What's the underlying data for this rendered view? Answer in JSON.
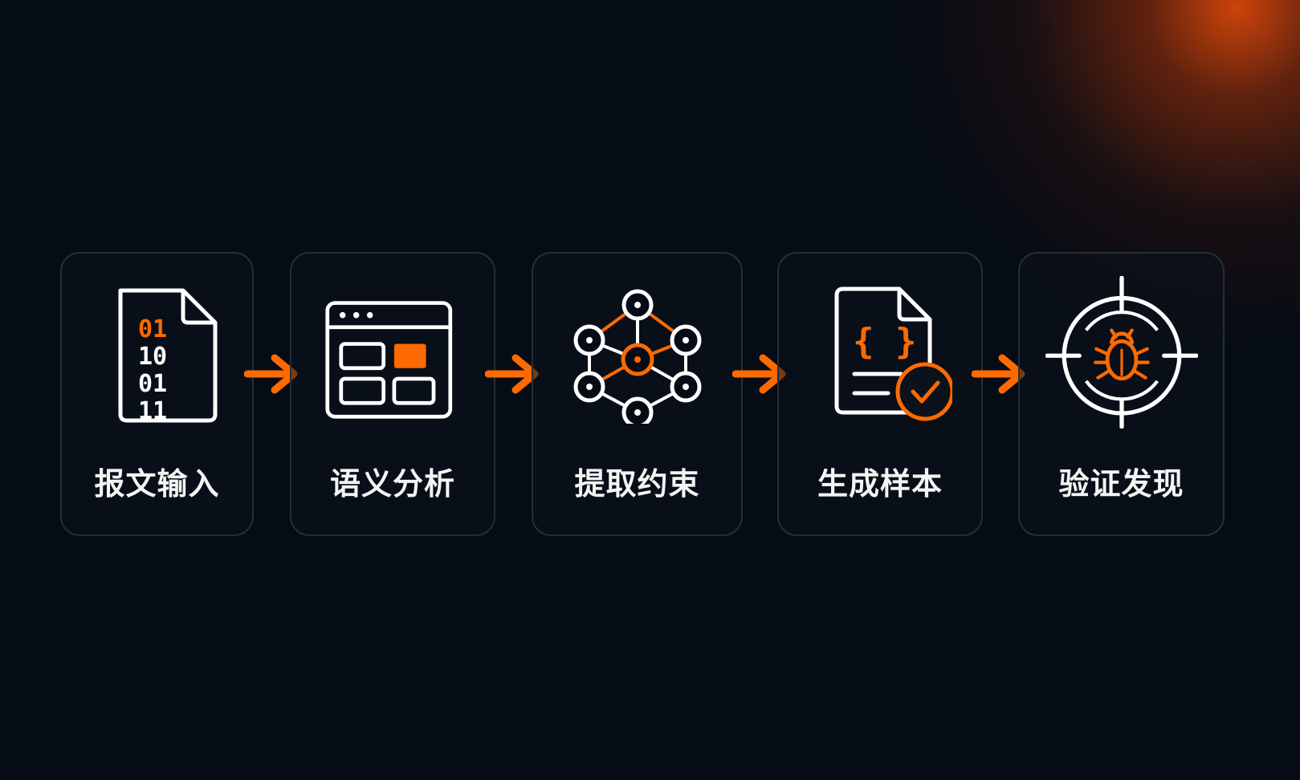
{
  "colors": {
    "background": "#060c15",
    "accent": "#ff6a00",
    "icon_stroke": "#ffffff",
    "card_border": "#262d37",
    "label": "#f4f4f4"
  },
  "steps": [
    {
      "label": "报文输入",
      "icon": "binary-document-icon",
      "binary_rows": [
        "01",
        "10",
        "01",
        "11"
      ]
    },
    {
      "label": "语义分析",
      "icon": "browser-window-layout-icon"
    },
    {
      "label": "提取约束",
      "icon": "node-graph-icon"
    },
    {
      "label": "生成样本",
      "icon": "code-document-check-icon",
      "code_glyph": "{ }"
    },
    {
      "label": "验证发现",
      "icon": "bug-target-icon"
    }
  ]
}
